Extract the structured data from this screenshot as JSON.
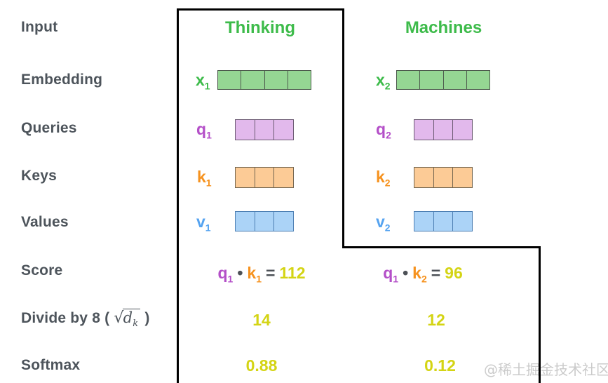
{
  "colors": {
    "green": "#3dbb4a",
    "green_fill": "#95d693",
    "purple": "#b44fc8",
    "purple_fill": "#e2b9ec",
    "orange": "#f6921e",
    "orange_fill": "#fccb96",
    "blue": "#55a3f0",
    "blue_fill": "#abd3f7",
    "yellow": "#d4d414",
    "label_gray": "#4d545b",
    "border_black": "#000000",
    "watermark_gray": "#cbcbcb"
  },
  "row_labels": {
    "input": "Input",
    "embedding": "Embedding",
    "queries": "Queries",
    "keys": "Keys",
    "values": "Values",
    "score": "Score",
    "divide_prefix": "Divide by 8 (",
    "divide_radical": "√",
    "divide_d": "d",
    "divide_k": "k",
    "divide_suffix": ")",
    "softmax": "Softmax"
  },
  "columns": [
    {
      "word": "Thinking",
      "embedding_label": "x",
      "embedding_sub": "1",
      "embedding_cells": 4,
      "query_label": "q",
      "query_sub": "1",
      "query_cells": 3,
      "key_label": "k",
      "key_sub": "1",
      "key_cells": 3,
      "value_label": "v",
      "value_sub": "1",
      "value_cells": 3,
      "score": {
        "q": "q",
        "q_sub": "1",
        "dot": "•",
        "k": "k",
        "k_sub": "1",
        "eq": "=",
        "value": "112"
      },
      "divided": "14",
      "softmax": "0.88"
    },
    {
      "word": "Machines",
      "embedding_label": "x",
      "embedding_sub": "2",
      "embedding_cells": 4,
      "query_label": "q",
      "query_sub": "2",
      "query_cells": 3,
      "key_label": "k",
      "key_sub": "2",
      "key_cells": 3,
      "value_label": "v",
      "value_sub": "2",
      "value_cells": 3,
      "score": {
        "q": "q",
        "q_sub": "1",
        "dot": "•",
        "k": "k",
        "k_sub": "2",
        "eq": "=",
        "value": "96"
      },
      "divided": "12",
      "softmax": "0.12"
    }
  ],
  "watermark": "@稀土掘金技术社区"
}
